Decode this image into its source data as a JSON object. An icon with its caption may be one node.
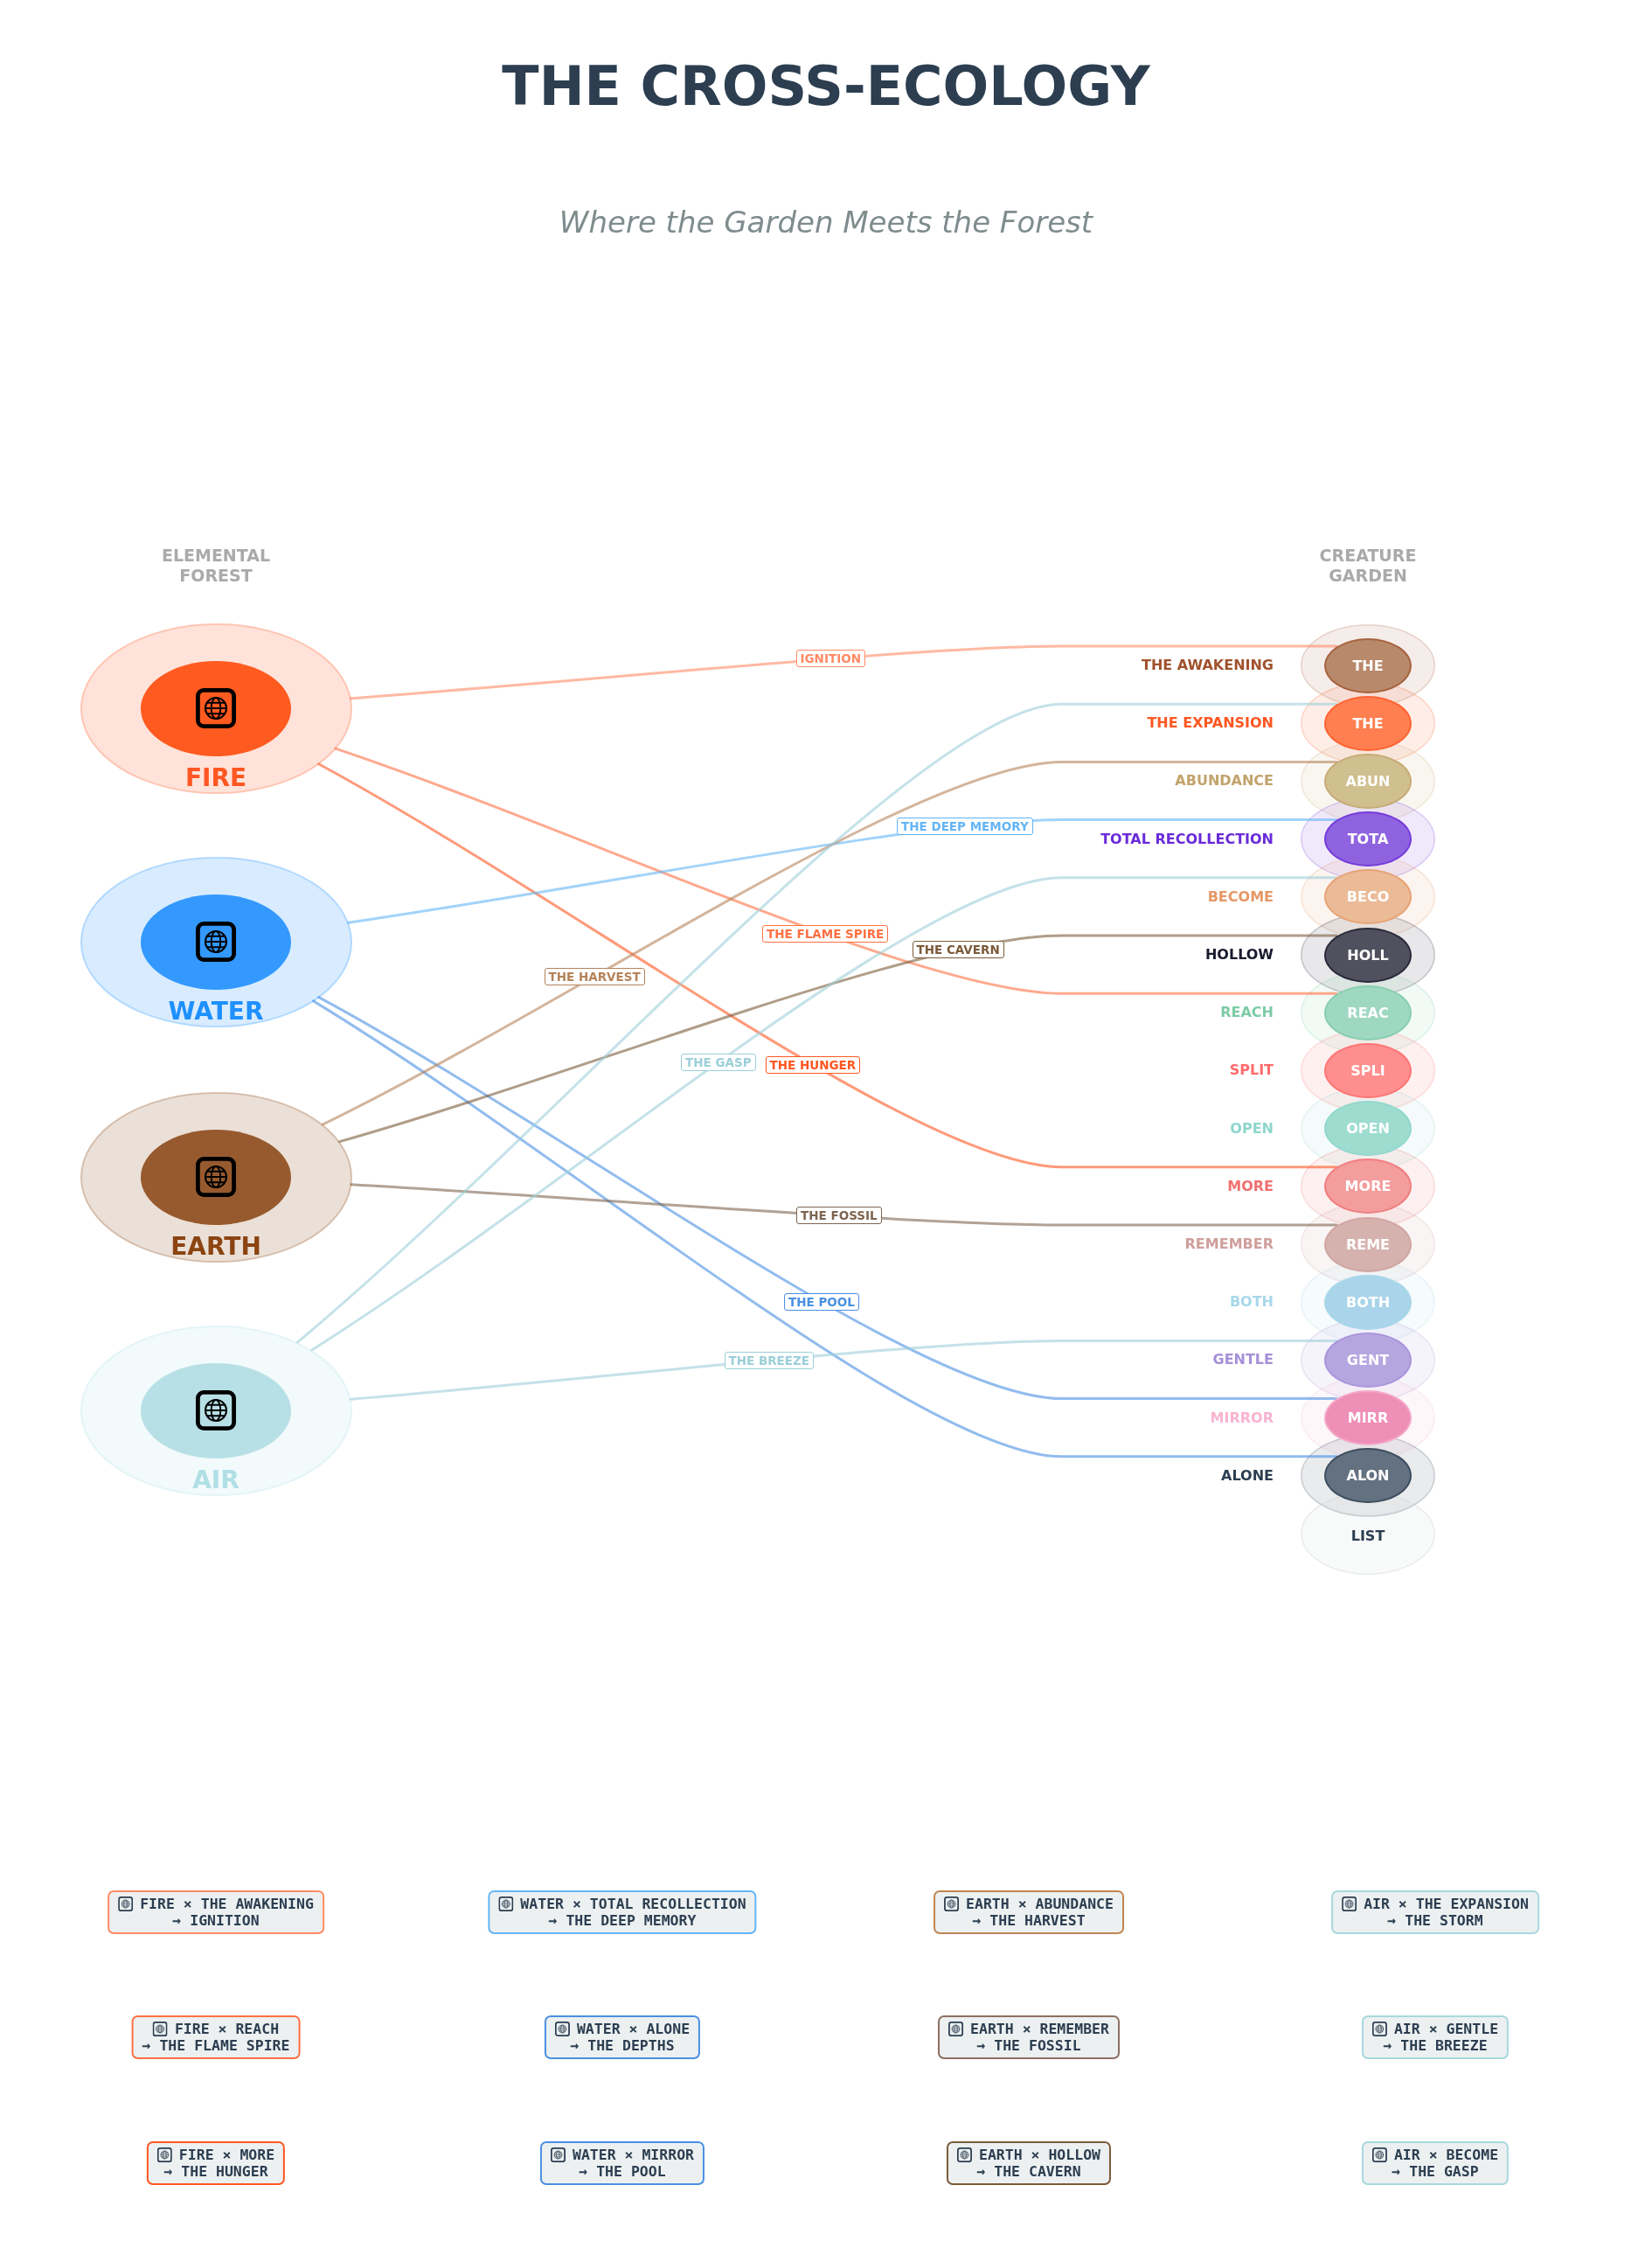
{
  "diagram": {
    "title": "THE CROSS-ECOLOGY",
    "nodes": [
      {
        "text": [
          "FIRE"
        ]
      },
      {
        "text": [
          "WATER"
        ]
      },
      {
        "text": [
          "EARTH"
        ]
      },
      {
        "text": [
          "AIR"
        ]
      },
      {
        "text": [
          "THE AWAKENING",
          "THE"
        ]
      },
      {
        "text": [
          "THE EXPANSION",
          "THE"
        ]
      },
      {
        "text": [
          "ABUNDANCE",
          "ABUN"
        ]
      },
      {
        "text": [
          "TOTAL RECOLLECTION",
          "TOTA"
        ]
      },
      {
        "text": [
          "BECOME",
          "BECO"
        ]
      },
      {
        "text": [
          "HOLLOW",
          "HOLL"
        ]
      },
      {
        "text": [
          "REACH",
          "REAC"
        ]
      },
      {
        "text": [
          "SPLIT",
          "SPLI"
        ]
      },
      {
        "text": [
          "OPEN",
          "OPEN"
        ]
      },
      {
        "text": [
          "MORE",
          "MORE"
        ]
      },
      {
        "text": [
          "REMEMBER",
          "REME"
        ]
      },
      {
        "text": [
          "BOTH",
          "BOTH"
        ]
      },
      {
        "text": [
          "GENTLE",
          "GENT"
        ]
      },
      {
        "text": [
          "MIRROR",
          "MIRR"
        ]
      },
      {
        "text": [
          "ALONE",
          "ALON"
        ]
      },
      {
        "text": [
          "LIST"
        ]
      },
      {
        "text": [
          "FIRE × THE AWAKENING",
          "→ IGNITION"
        ]
      },
      {
        "text": [
          "WATER × TOTAL RECOLLECTION",
          "→ THE DEEP MEMORY"
        ]
      },
      {
        "text": [
          "EARTH × ABUNDANCE",
          "→ THE HARVEST"
        ]
      },
      {
        "text": [
          "AIR × THE EXPANSION",
          "→ THE STORM"
        ]
      },
      {
        "text": [
          "FIRE × REACH",
          "→ THE FLAME SPIRE"
        ]
      },
      {
        "text": [
          "WATER × ALONE",
          "→ THE DEPTHS"
        ]
      },
      {
        "text": [
          "EARTH × REMEMBER",
          "→ THE FOSSIL"
        ]
      },
      {
        "text": [
          "AIR × GENTLE",
          "→ THE BREEZE"
        ]
      },
      {
        "text": [
          "FIRE × MORE",
          "→ THE HUNGER"
        ]
      },
      {
        "text": [
          "WATER × MIRROR",
          "→ THE POOL"
        ]
      },
      {
        "text": [
          "EARTH × HOLLOW",
          "→ THE CAVERN"
        ]
      },
      {
        "text": [
          "AIR × BECOME",
          "→ THE GASP"
        ]
      }
    ],
    "edges": [
      {
        "from": 0,
        "to": 4,
        "arrow": "none",
        "label": "IGNITION",
        "color": "#ff8a65"
      },
      {
        "from": 0,
        "to": 10,
        "arrow": "none",
        "label": "THE FLAME SPIRE",
        "color": "#ff7043"
      },
      {
        "from": 0,
        "to": 13,
        "arrow": "none",
        "label": "THE HUNGER",
        "color": "#ff5722"
      },
      {
        "from": 1,
        "to": 7,
        "arrow": "none",
        "label": "THE DEEP MEMORY",
        "color": "#64b5f6"
      },
      {
        "from": 1,
        "to": 18,
        "arrow": "none",
        "color": "#4a90e2"
      },
      {
        "from": 1,
        "to": 17,
        "arrow": "none",
        "label": "THE POOL",
        "color": "#4a90e2"
      },
      {
        "from": 2,
        "to": 6,
        "arrow": "none",
        "label": "THE HARVEST",
        "color": "#b5835a"
      },
      {
        "from": 2,
        "to": 14,
        "arrow": "none",
        "label": "THE FOSSIL",
        "color": "#7d6450"
      },
      {
        "from": 2,
        "to": 9,
        "arrow": "none",
        "label": "THE CAVERN",
        "color": "#7b5b3a"
      },
      {
        "from": 3,
        "to": 5,
        "arrow": "none",
        "color": "#9ccfd8"
      },
      {
        "from": 3,
        "to": 16,
        "arrow": "none",
        "label": "THE BREEZE",
        "color": "#9ccfd8"
      },
      {
        "from": 3,
        "to": 8,
        "arrow": "none",
        "label": "THE GASP",
        "color": "#9ccfd8"
      }
    ],
    "labels": [
      "Where the Garden Meets the Forest",
      "ELEMENTAL FOREST",
      "CREATURE GARDEN"
    ]
  }
}
